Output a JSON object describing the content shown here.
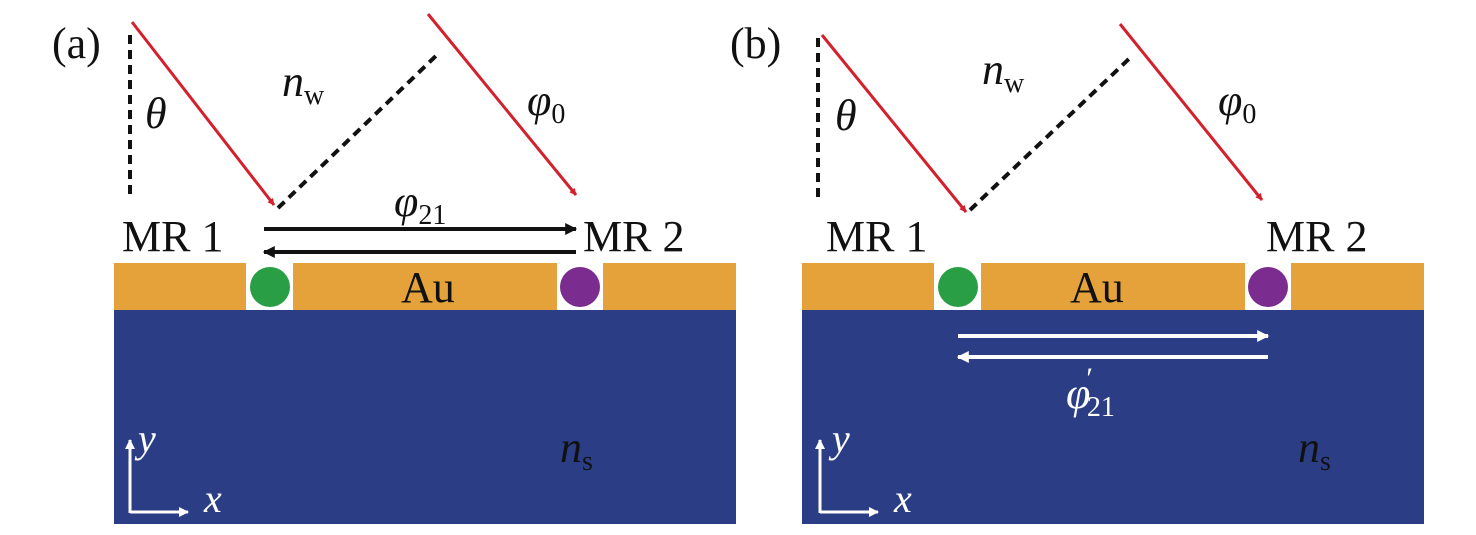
{
  "panels": [
    {
      "label": "(a)",
      "ambient_symbol": "n",
      "ambient_sub": "w",
      "angle_symbol": "θ",
      "phase0_symbol": "φ",
      "phase0_sub": "0",
      "resonator1": "MR 1",
      "resonator2": "MR 2",
      "metal": "Au",
      "coupling_symbol": "φ",
      "coupling_sub": "21",
      "coupling_prime": "",
      "substrate_symbol": "n",
      "substrate_sub": "s",
      "axis_y": "y",
      "axis_x": "x"
    },
    {
      "label": "(b)",
      "ambient_symbol": "n",
      "ambient_sub": "w",
      "angle_symbol": "θ",
      "phase0_symbol": "φ",
      "phase0_sub": "0",
      "resonator1": "MR 1",
      "resonator2": "MR 2",
      "metal": "Au",
      "coupling_symbol": "φ",
      "coupling_sub": "21",
      "coupling_prime": "′",
      "substrate_symbol": "n",
      "substrate_sub": "s",
      "axis_y": "y",
      "axis_x": "x"
    }
  ],
  "colors": {
    "substrate": "#2b3e85",
    "gold": "#e5a23a",
    "incident_beam": "#d4202c",
    "resonator1_dot": "#2a9e44",
    "resonator2_dot": "#7a2d8e",
    "coupling_arrow_a": "#111111",
    "coupling_arrow_b": "#ffffff"
  }
}
